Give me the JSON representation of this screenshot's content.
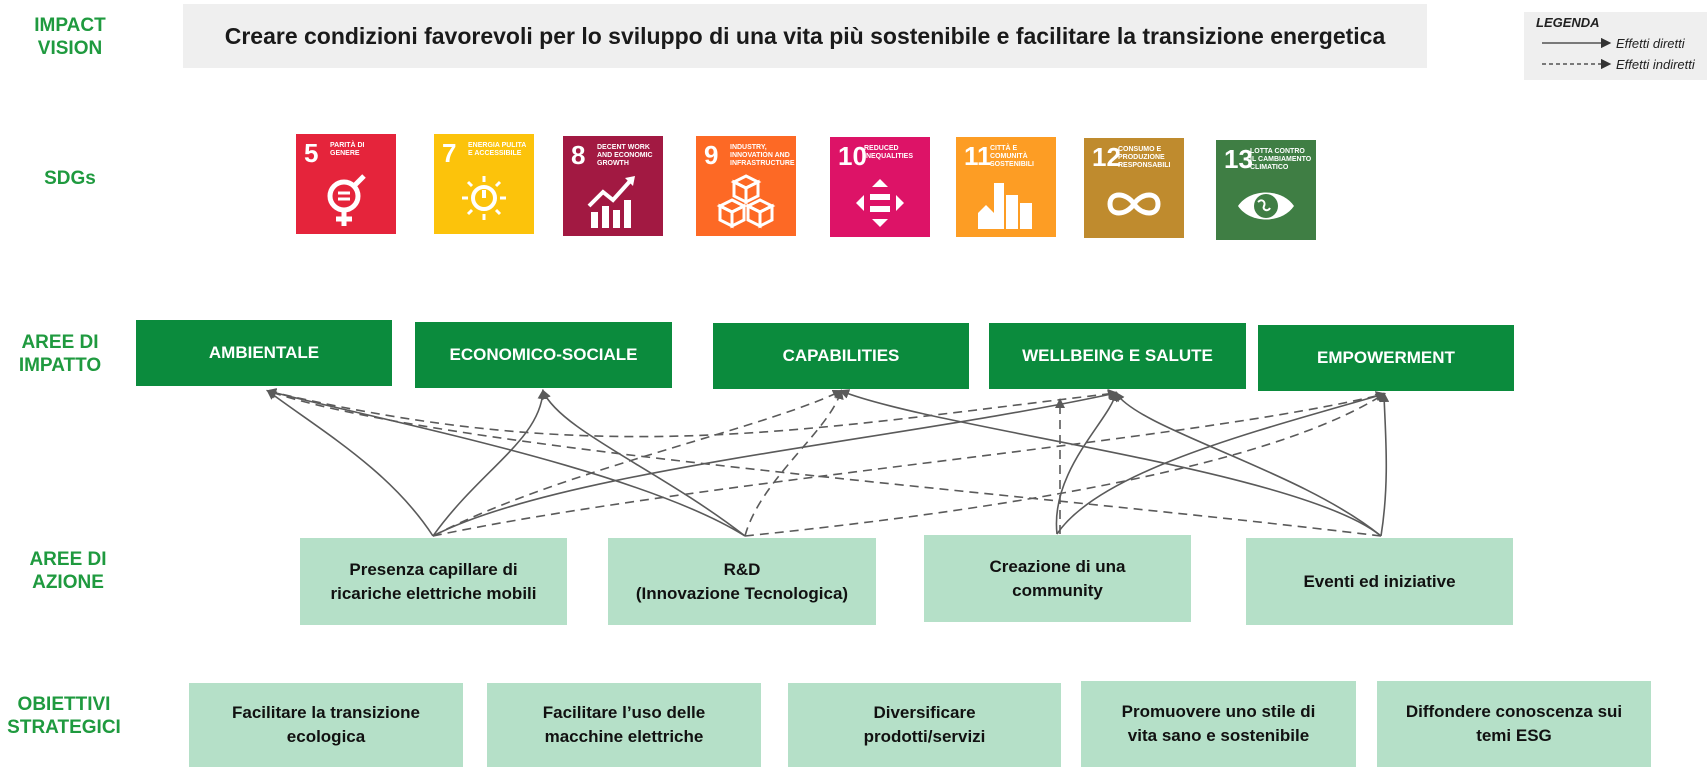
{
  "row_labels": {
    "impact_vision": [
      "IMPACT",
      "VISION"
    ],
    "sdgs": "SDGs",
    "aree_impatto": [
      "AREE DI",
      "IMPATTO"
    ],
    "aree_azione": [
      "AREE DI",
      "AZIONE"
    ],
    "obiettivi": [
      "OBIETTIVI",
      "STRATEGICI"
    ]
  },
  "vision": "Creare condizioni favorevoli per lo sviluppo di una vita più sostenibile e facilitare la transizione energetica",
  "legend": {
    "title": "LEGENDA",
    "direct": "Effetti diretti",
    "indirect": "Effetti indiretti"
  },
  "sdgs": [
    {
      "num": "5",
      "text": "PARITÀ DI GENERE",
      "color": "#e5243b",
      "icon": "gender-equality-icon"
    },
    {
      "num": "7",
      "text": "ENERGIA PULITA E ACCESSIBILE",
      "color": "#fcc30b",
      "icon": "sun-power-icon"
    },
    {
      "num": "8",
      "text": "DECENT WORK AND ECONOMIC GROWTH",
      "color": "#a21942",
      "icon": "growth-chart-icon"
    },
    {
      "num": "9",
      "text": "INDUSTRY, INNOVATION AND INFRASTRUCTURE",
      "color": "#fd6925",
      "icon": "cubes-icon"
    },
    {
      "num": "10",
      "text": "REDUCED INEQUALITIES",
      "color": "#dd1367",
      "icon": "equality-arrows-icon"
    },
    {
      "num": "11",
      "text": "CITTÀ E COMUNITÀ SOSTENIBILI",
      "color": "#fd9d24",
      "icon": "city-icon"
    },
    {
      "num": "12",
      "text": "CONSUMO E PRODUZIONE RESPONSABILI",
      "color": "#bf8b2e",
      "icon": "infinity-icon"
    },
    {
      "num": "13",
      "text": "LOTTA CONTRO IL CAMBIAMENTO CLIMATICO",
      "color": "#3f7e44",
      "icon": "eye-globe-icon"
    }
  ],
  "impact_areas": [
    "AMBIENTALE",
    "ECONOMICO-SOCIALE",
    "CAPABILITIES",
    "WELLBEING E SALUTE",
    "EMPOWERMENT"
  ],
  "action_areas": [
    [
      "Presenza capillare di",
      "ricariche elettriche mobili"
    ],
    [
      "R&D",
      "(Innovazione Tecnologica)"
    ],
    [
      "Creazione di una",
      "community"
    ],
    [
      "Eventi ed iniziative"
    ]
  ],
  "strategic_objectives": [
    [
      "Facilitare la transizione",
      "ecologica"
    ],
    [
      "Facilitare l’uso delle",
      "macchine elettriche"
    ],
    [
      "Diversificare",
      "prodotti/servizi"
    ],
    [
      "Promuovere uno stile di",
      "vita sano e sostenibile"
    ],
    [
      "Diffondere conoscenza sui",
      "temi ESG"
    ]
  ],
  "colors": {
    "label_green": "#1f9a3f",
    "impact_green": "#0b8b3d",
    "light_green": "#b5e0c8",
    "arrow_gray": "#5a5a5a"
  }
}
